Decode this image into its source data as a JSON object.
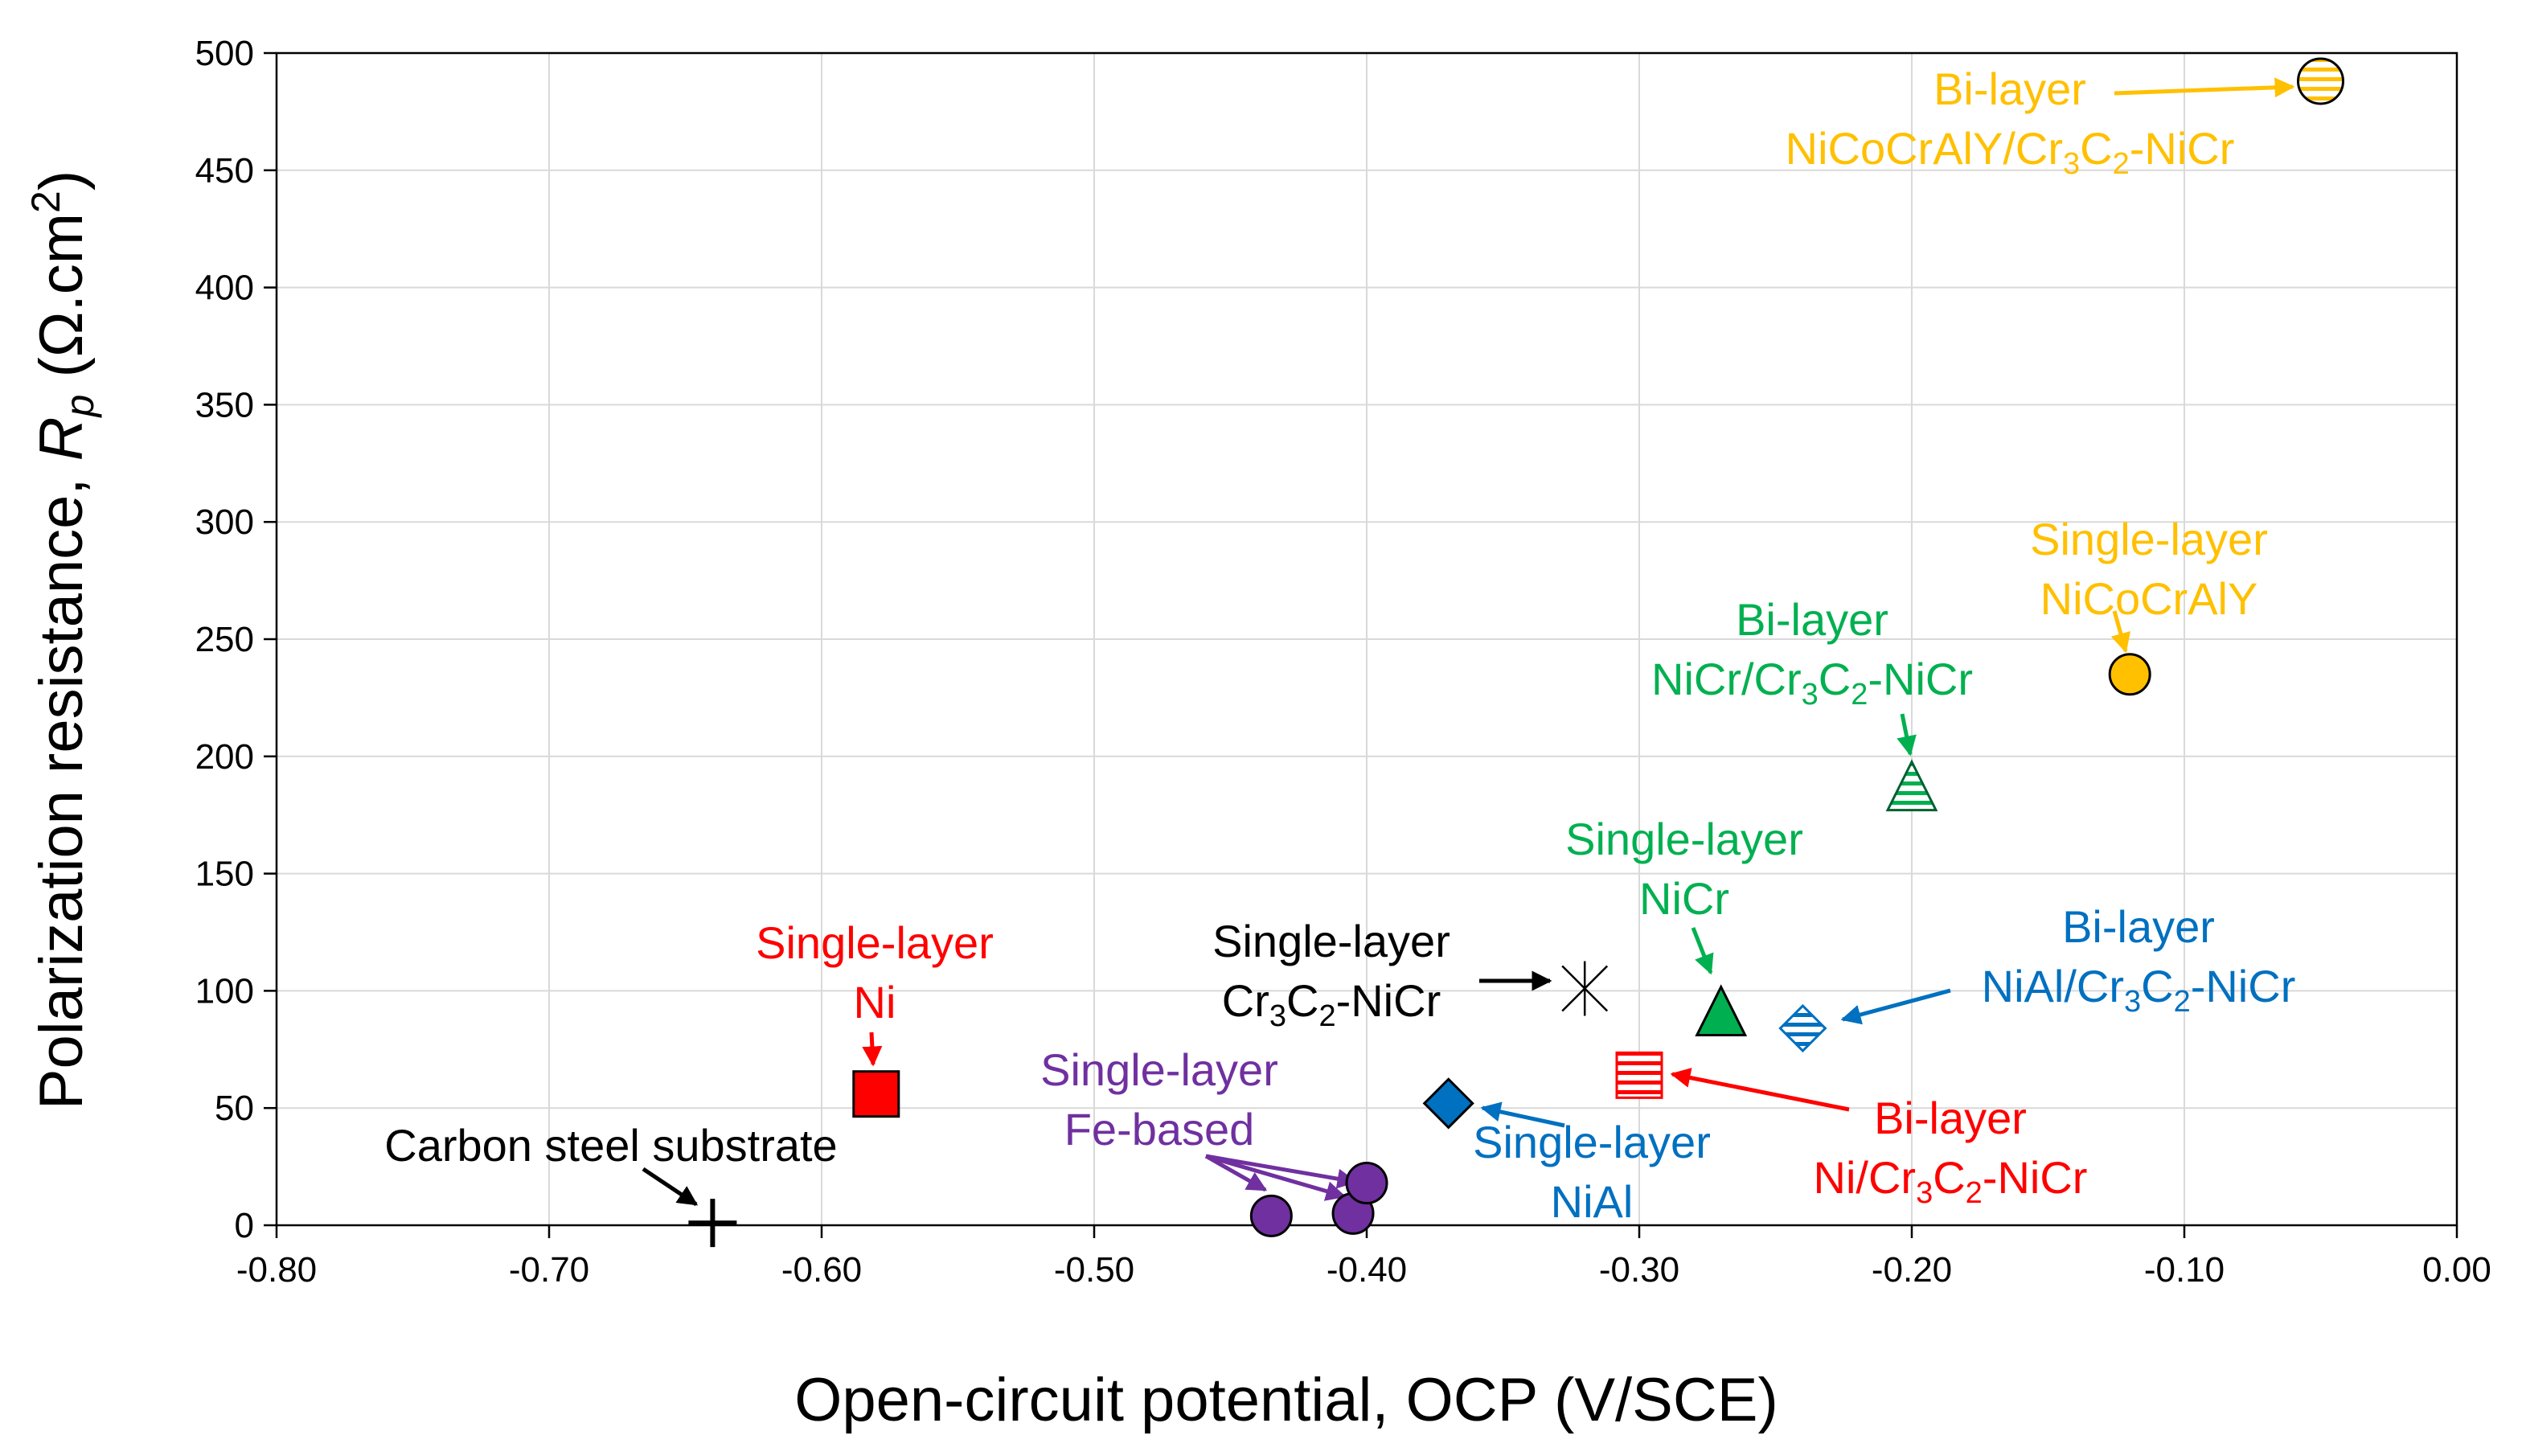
{
  "chart_data": {
    "type": "scatter",
    "xlabel": "Open-circuit potential, OCP (V/SCE)",
    "ylabel_parts": [
      "Polarization resistance, ",
      "R",
      "p",
      " (Ω.cm",
      "2",
      ")"
    ],
    "xlim": [
      -0.8,
      0.0
    ],
    "ylim": [
      0,
      500
    ],
    "x_ticks": [
      -0.8,
      -0.7,
      -0.6,
      -0.5,
      -0.4,
      -0.3,
      -0.2,
      -0.1,
      0.0
    ],
    "x_tick_labels": [
      "-0.80",
      "-0.70",
      "-0.60",
      "-0.50",
      "-0.40",
      "-0.30",
      "-0.20",
      "-0.10",
      "0.00"
    ],
    "y_ticks": [
      0,
      50,
      100,
      150,
      200,
      250,
      300,
      350,
      400,
      450,
      500
    ],
    "y_tick_labels": [
      "0",
      "50",
      "100",
      "150",
      "200",
      "250",
      "300",
      "350",
      "400",
      "450",
      "500"
    ],
    "grid": "vertical-and-horizontal",
    "colors": {
      "red": "#FF0000",
      "black": "#000000",
      "purple": "#7030A0",
      "blue": "#0070C0",
      "green": "#00B050",
      "yellow": "#FFC000"
    },
    "points": [
      {
        "label": "Carbon steel substrate",
        "x": -0.64,
        "y": 1,
        "marker": "plus",
        "color": "#000000"
      },
      {
        "label": "Single-layer Ni",
        "x": -0.58,
        "y": 56,
        "marker": "square",
        "color": "#FF0000"
      },
      {
        "label": "Single-layer Fe-based",
        "x": -0.435,
        "y": 4,
        "marker": "circle",
        "color": "#7030A0"
      },
      {
        "label": "Single-layer Fe-based",
        "x": -0.405,
        "y": 5,
        "marker": "circle",
        "color": "#7030A0"
      },
      {
        "label": "Single-layer Fe-based",
        "x": -0.4,
        "y": 18,
        "marker": "circle",
        "color": "#7030A0"
      },
      {
        "label": "Single-layer NiAl",
        "x": -0.37,
        "y": 52,
        "marker": "diamond",
        "color": "#0070C0"
      },
      {
        "label": "Single-layer Cr3C2-NiCr",
        "x": -0.32,
        "y": 101,
        "marker": "star",
        "color": "#000000"
      },
      {
        "label": "Bi-layer Ni/Cr3C2-NiCr",
        "x": -0.3,
        "y": 64,
        "marker": "square-striped",
        "color": "#FF0000"
      },
      {
        "label": "Single-layer NiCr",
        "x": -0.27,
        "y": 90,
        "marker": "triangle",
        "color": "#00B050"
      },
      {
        "label": "Bi-layer NiAl/Cr3C2-NiCr",
        "x": -0.24,
        "y": 84,
        "marker": "diamond-striped",
        "color": "#0070C0"
      },
      {
        "label": "Bi-layer NiCr/Cr3C2-NiCr",
        "x": -0.2,
        "y": 186,
        "marker": "triangle-striped",
        "color": "#00B050"
      },
      {
        "label": "Single-layer NiCoCrAlY",
        "x": -0.12,
        "y": 235,
        "marker": "circle",
        "color": "#FFC000"
      },
      {
        "label": "Bi-layer NiCoCrAlY/Cr3C2-NiCr",
        "x": -0.05,
        "y": 488,
        "marker": "circle-striped",
        "color": "#FFC000"
      }
    ],
    "annotations": [
      {
        "lines": [
          [
            {
              "t": "Carbon steel substrate"
            }
          ]
        ],
        "color": "#000000"
      },
      {
        "lines": [
          [
            {
              "t": "Single-layer"
            }
          ],
          [
            {
              "t": "Ni"
            }
          ]
        ],
        "color": "#FF0000"
      },
      {
        "lines": [
          [
            {
              "t": "Single-layer"
            }
          ],
          [
            {
              "t": "Fe-based"
            }
          ]
        ],
        "color": "#7030A0"
      },
      {
        "lines": [
          [
            {
              "t": "Single-layer"
            }
          ],
          [
            {
              "t": "NiAl"
            }
          ]
        ],
        "color": "#0070C0"
      },
      {
        "lines": [
          [
            {
              "t": "Single-layer"
            }
          ],
          [
            {
              "t": "Cr"
            },
            {
              "t": "3",
              "sub": true
            },
            {
              "t": "C"
            },
            {
              "t": "2",
              "sub": true
            },
            {
              "t": "-NiCr"
            }
          ]
        ],
        "color": "#000000"
      },
      {
        "lines": [
          [
            {
              "t": "Bi-layer"
            }
          ],
          [
            {
              "t": "Ni/Cr"
            },
            {
              "t": "3",
              "sub": true
            },
            {
              "t": "C"
            },
            {
              "t": "2",
              "sub": true
            },
            {
              "t": "-NiCr"
            }
          ]
        ],
        "color": "#FF0000"
      },
      {
        "lines": [
          [
            {
              "t": "Single-layer"
            }
          ],
          [
            {
              "t": "NiCr"
            }
          ]
        ],
        "color": "#00B050"
      },
      {
        "lines": [
          [
            {
              "t": "Bi-layer"
            }
          ],
          [
            {
              "t": "NiAl/Cr"
            },
            {
              "t": "3",
              "sub": true
            },
            {
              "t": "C"
            },
            {
              "t": "2",
              "sub": true
            },
            {
              "t": "-NiCr"
            }
          ]
        ],
        "color": "#0070C0"
      },
      {
        "lines": [
          [
            {
              "t": "Bi-layer"
            }
          ],
          [
            {
              "t": "NiCr/Cr"
            },
            {
              "t": "3",
              "sub": true
            },
            {
              "t": "C"
            },
            {
              "t": "2",
              "sub": true
            },
            {
              "t": "-NiCr"
            }
          ]
        ],
        "color": "#00B050"
      },
      {
        "lines": [
          [
            {
              "t": "Single-layer"
            }
          ],
          [
            {
              "t": "NiCoCrAlY"
            }
          ]
        ],
        "color": "#FFC000"
      },
      {
        "lines": [
          [
            {
              "t": "Bi-layer"
            }
          ],
          [
            {
              "t": "NiCoCrAlY/Cr"
            },
            {
              "t": "3",
              "sub": true
            },
            {
              "t": "C"
            },
            {
              "t": "2",
              "sub": true
            },
            {
              "t": "-NiCr"
            }
          ]
        ],
        "color": "#FFC000"
      }
    ]
  }
}
